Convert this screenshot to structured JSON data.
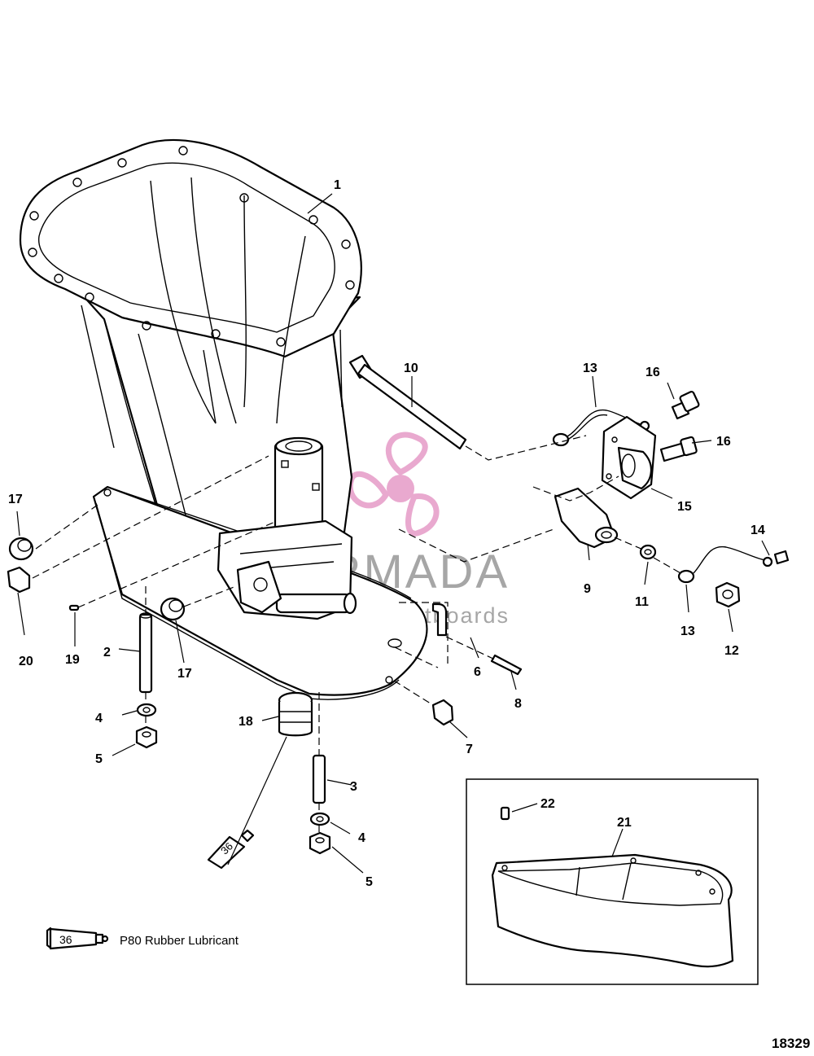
{
  "callouts": [
    "1",
    "2",
    "3",
    "4",
    "4",
    "5",
    "5",
    "6",
    "7",
    "8",
    "9",
    "10",
    "11",
    "12",
    "13",
    "13",
    "14",
    "15",
    "16",
    "16",
    "17",
    "17",
    "18",
    "19",
    "20",
    "21",
    "22"
  ],
  "legend": {
    "code": "36",
    "text": "P80 Rubber Lubricant"
  },
  "tube_code": "36",
  "watermark": {
    "brand": "ARMADA",
    "tagline": "marine outboards",
    "color": "#e9a9cf"
  },
  "figure_number": "18329"
}
